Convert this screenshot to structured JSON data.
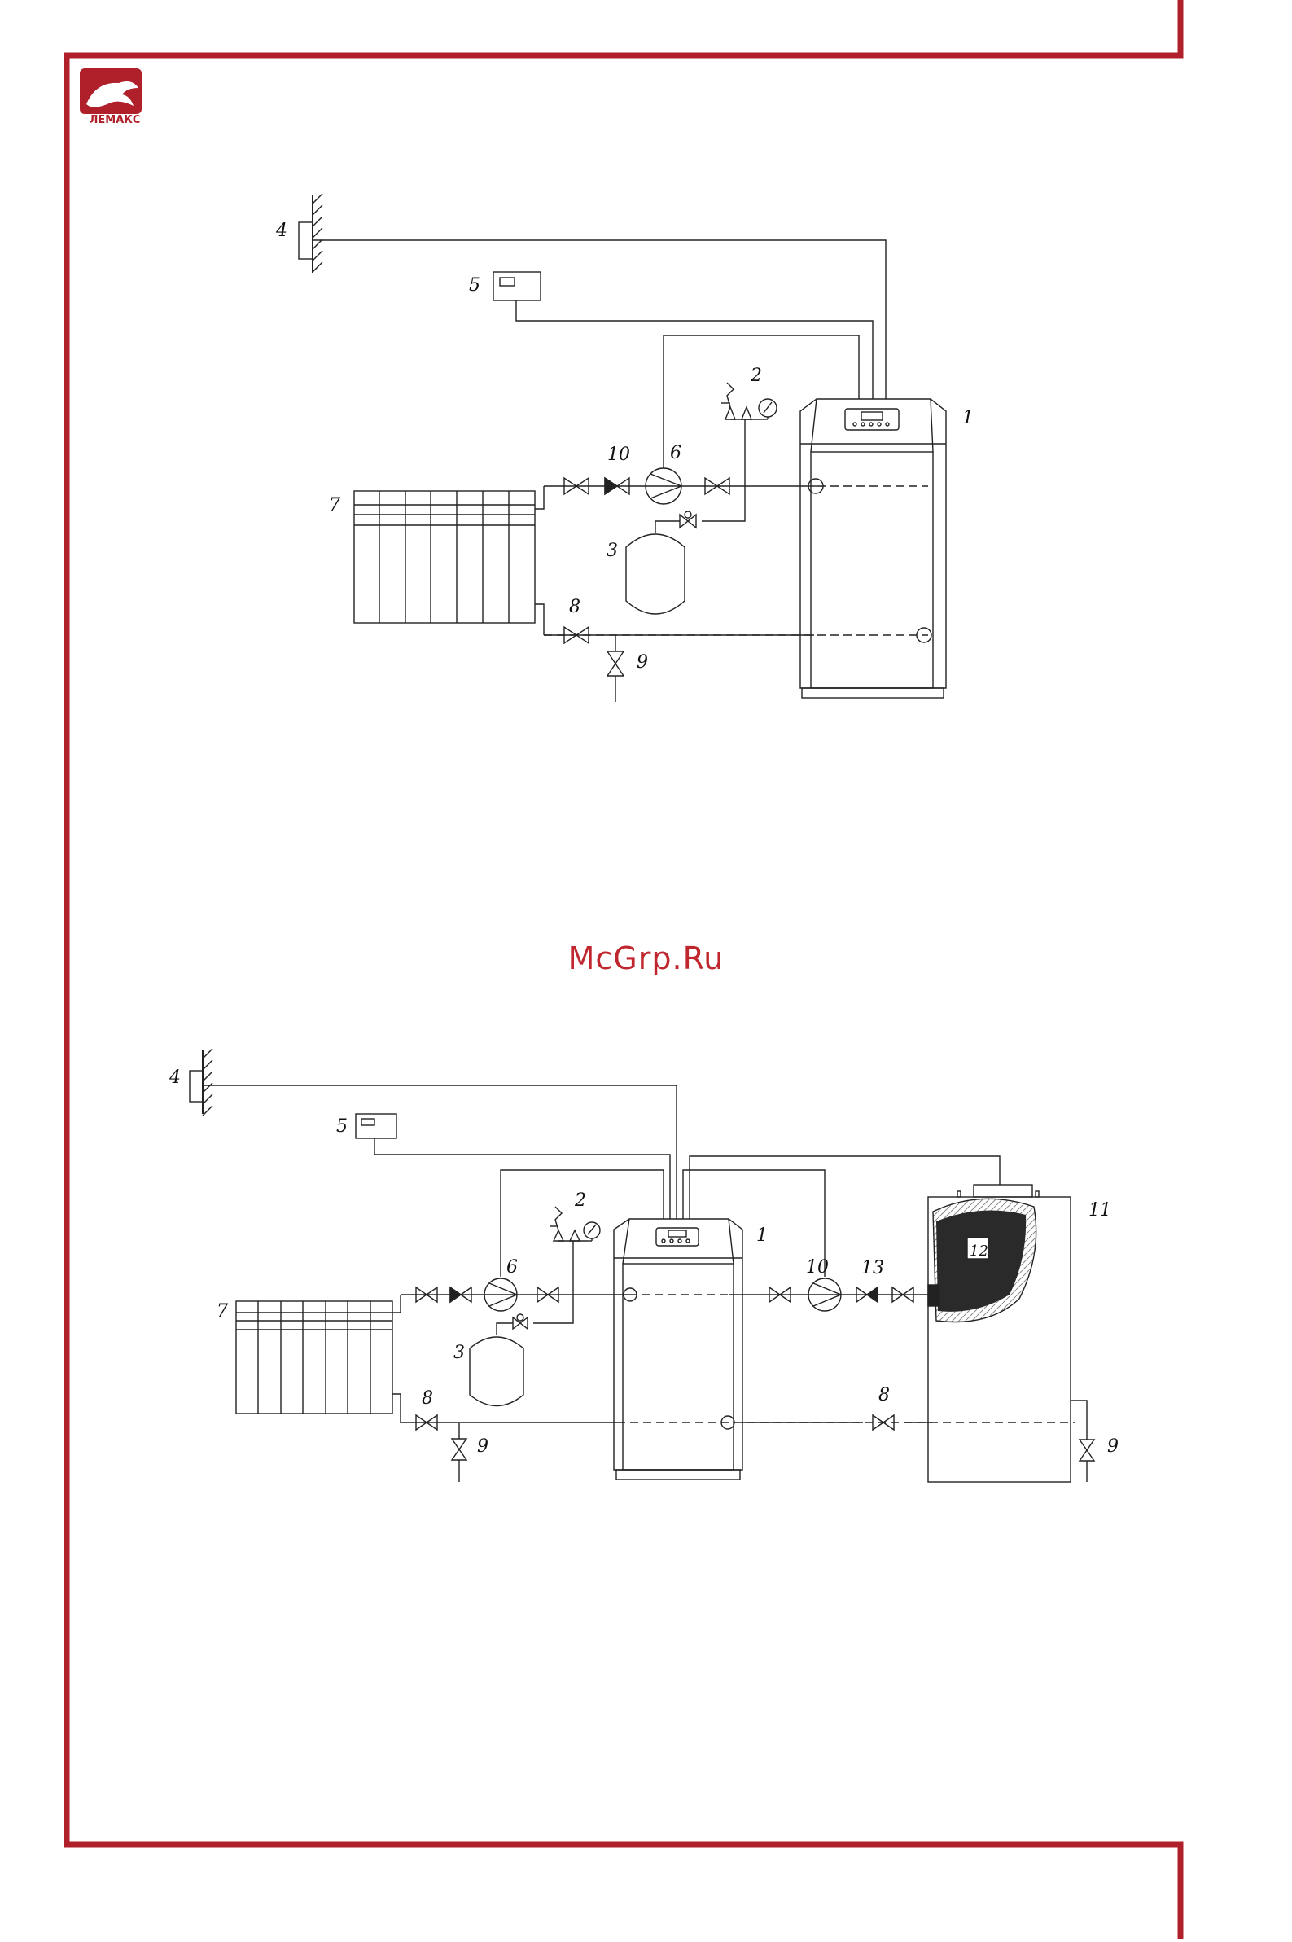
{
  "brand": {
    "logo_text": "ЛЕМАКС",
    "color": "#b0202a"
  },
  "watermark": "McGrp.Ru",
  "diagram_top": {
    "labels": {
      "boiler": "1",
      "safety_group": "2",
      "expansion_tank": "3",
      "outdoor_sensor": "4",
      "room_thermostat": "5",
      "pump": "6",
      "radiator": "7",
      "valve": "8",
      "drain": "9",
      "check_valve": "10"
    }
  },
  "diagram_bottom": {
    "labels": {
      "boiler": "1",
      "safety_group": "2",
      "expansion_tank": "3",
      "outdoor_sensor": "4",
      "room_thermostat": "5",
      "pump": "6",
      "radiator": "7",
      "valve_left": "8",
      "valve_right": "8",
      "drain_left": "9",
      "drain_right": "9",
      "pump_dhw": "10",
      "dhw_tank": "11",
      "coil": "12",
      "check_valve": "13"
    }
  }
}
